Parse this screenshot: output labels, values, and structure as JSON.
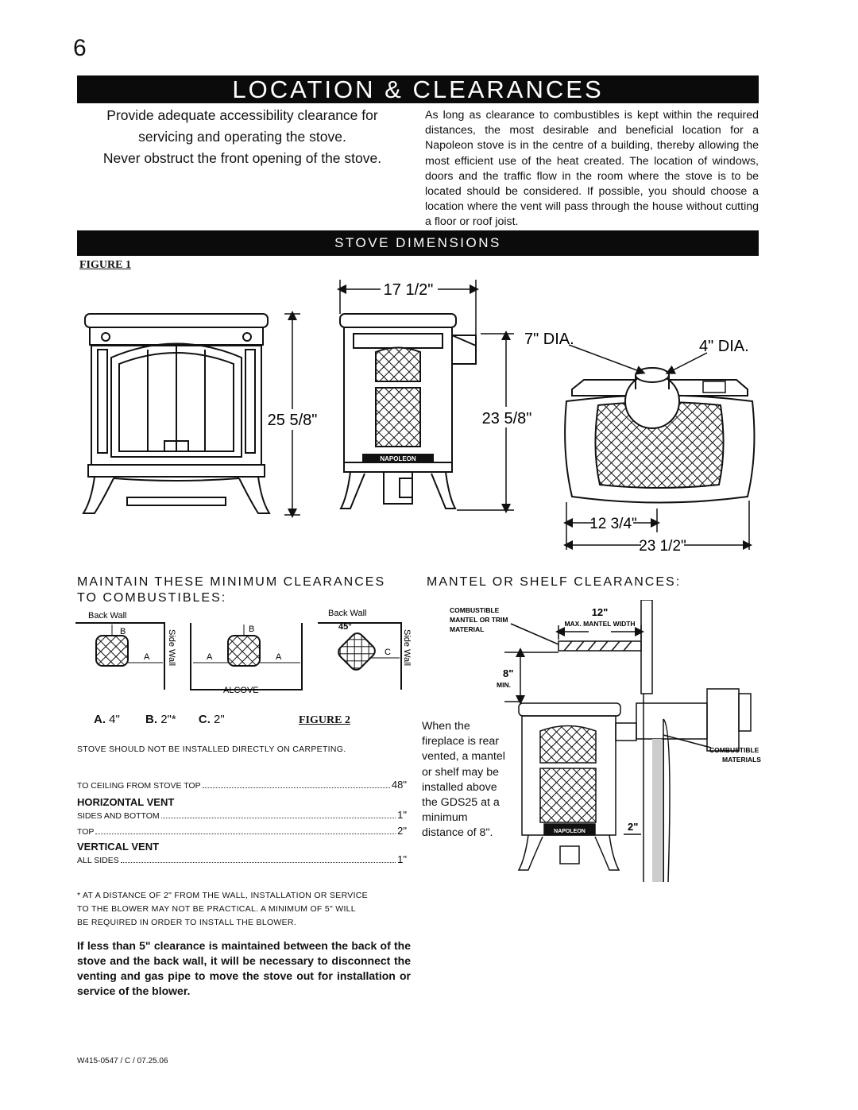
{
  "page_number": "6",
  "title": "LOCATION & CLEARANCES",
  "intro": {
    "left_line1": "Provide adequate accessibility clearance for",
    "left_line2": "servicing and operating the stove.",
    "left_line3": "Never obstruct the front opening of the stove.",
    "right": "As long as clearance to combustibles is kept within the required distances, the most desirable and beneficial location for a Napoleon stove is in the centre of a building, thereby allowing the most efficient use of the heat created. The location of windows, doors and the traffic flow in the room where the stove is to be located should be considered. If possible, you should choose a location where the vent will pass through the house without cutting a floor or roof joist."
  },
  "stove_dimensions": {
    "heading": "STOVE DIMENSIONS",
    "figure_label": "FIGURE 1",
    "width_top": "17 1/2\"",
    "height_front": "25 5/8\"",
    "height_side": "23 5/8\"",
    "dia_7": "7\" DIA.",
    "dia_4": "4\" DIA.",
    "depth_1": "12 3/4\"",
    "depth_2": "23 1/2\"",
    "brand": "NAPOLEON"
  },
  "clearances": {
    "heading_line1": "MAINTAIN THESE MINIMUM CLEARANCES",
    "heading_line2": "TO COMBUSTIBLES:",
    "diagram": {
      "back_wall_1": "Back Wall",
      "back_wall_2": "Back Wall",
      "side_wall_1": "Side Wall",
      "side_wall_2": "Side Wall",
      "alcove": "ALCOVE",
      "angle": "45°",
      "a": "A",
      "b": "B",
      "c": "C"
    },
    "values": {
      "a_label": "A.",
      "a_value": "4\"",
      "b_label": "B.",
      "b_value": "2\"*",
      "c_label": "C.",
      "c_value": "2\""
    },
    "figure_label": "FIGURE 2",
    "carpet_note": "STOVE SHOULD NOT BE INSTALLED DIRECTLY ON CARPETING.",
    "ceiling": {
      "label": "TO CEILING FROM STOVE TOP",
      "value": "48\""
    },
    "horizontal_vent": {
      "heading": "HORIZONTAL VENT",
      "rows": [
        {
          "label": "SIDES AND BOTTOM",
          "value": "1\""
        },
        {
          "label": "TOP",
          "value": "2\""
        }
      ]
    },
    "vertical_vent": {
      "heading": "VERTICAL VENT",
      "rows": [
        {
          "label": "ALL SIDES",
          "value": "1\""
        }
      ]
    },
    "footnote_line1": "* AT A DISTANCE OF 2\" FROM THE WALL, INSTALLATION OR SERVICE",
    "footnote_line2": "TO THE BLOWER MAY NOT BE PRACTICAL. A MINIMUM OF 5\" WILL",
    "footnote_line3": "BE REQUIRED IN ORDER TO INSTALL THE BLOWER.",
    "warning": "If less than 5\" clearance is maintained between the back of the stove and the back wall, it will be necessary to disconnect the venting and gas pipe to move the stove out for installation or service of the blower."
  },
  "mantel": {
    "heading": "MANTEL OR SHELF CLEARANCES:",
    "combustible_line1": "COMBUSTIBLE",
    "combustible_line2": "MANTEL OR TRIM",
    "combustible_line3": "MATERIAL",
    "width_value": "12\"",
    "width_label": "MAX. MANTEL WIDTH",
    "height_value": "8\"",
    "height_label": "MIN.",
    "side_value": "2\"",
    "materials_line1": "COMBUSTIBLE",
    "materials_line2": "MATERIALS",
    "note_lines": [
      "When the",
      "fireplace is rear",
      "vented, a mantel",
      "or shelf may be",
      "installed above",
      "the GDS25 at a",
      "minimum",
      "distance of 8\"."
    ],
    "brand": "NAPOLEON"
  },
  "footer_code": "W415-0547 / C / 07.25.06"
}
